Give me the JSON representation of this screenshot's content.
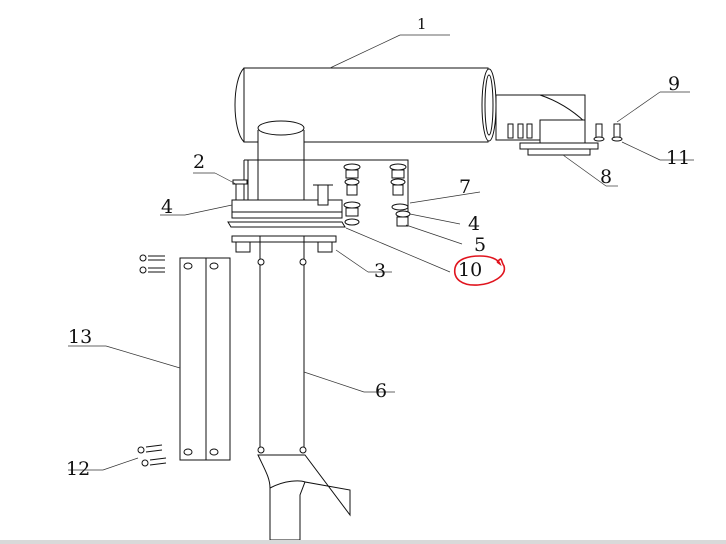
{
  "labels": {
    "l1": "1",
    "l2": "2",
    "l3": "3",
    "l4a": "4",
    "l4b": "4",
    "l5": "5",
    "l6": "6",
    "l7": "7",
    "l8": "8",
    "l9": "9",
    "l10": "10",
    "l11": "11",
    "l12": "12",
    "l13": "13"
  },
  "highlight": {
    "target": "10",
    "color": "#e0141e"
  }
}
